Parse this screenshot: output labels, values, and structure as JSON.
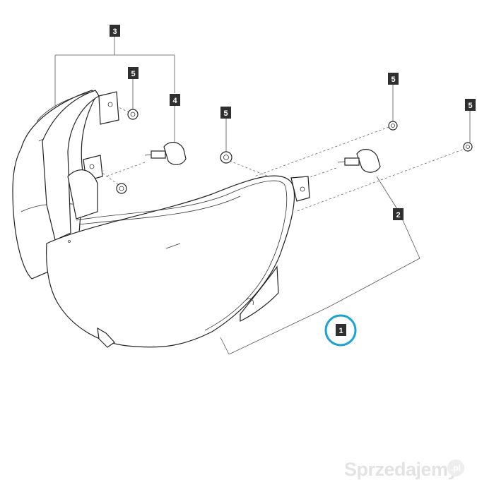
{
  "callouts": [
    {
      "id": "c3",
      "label": "3"
    },
    {
      "id": "c5a",
      "label": "5"
    },
    {
      "id": "c4",
      "label": "4"
    },
    {
      "id": "c5b",
      "label": "5"
    },
    {
      "id": "c5c",
      "label": "5"
    },
    {
      "id": "c5d",
      "label": "5"
    },
    {
      "id": "c2",
      "label": "2"
    },
    {
      "id": "c1",
      "label": "1"
    }
  ],
  "watermark": {
    "text": "Sprzedajemy",
    "suffix": ".pl"
  },
  "colors": {
    "highlight": "#1aa3d6",
    "callout_bg": "#2f2f2f"
  }
}
